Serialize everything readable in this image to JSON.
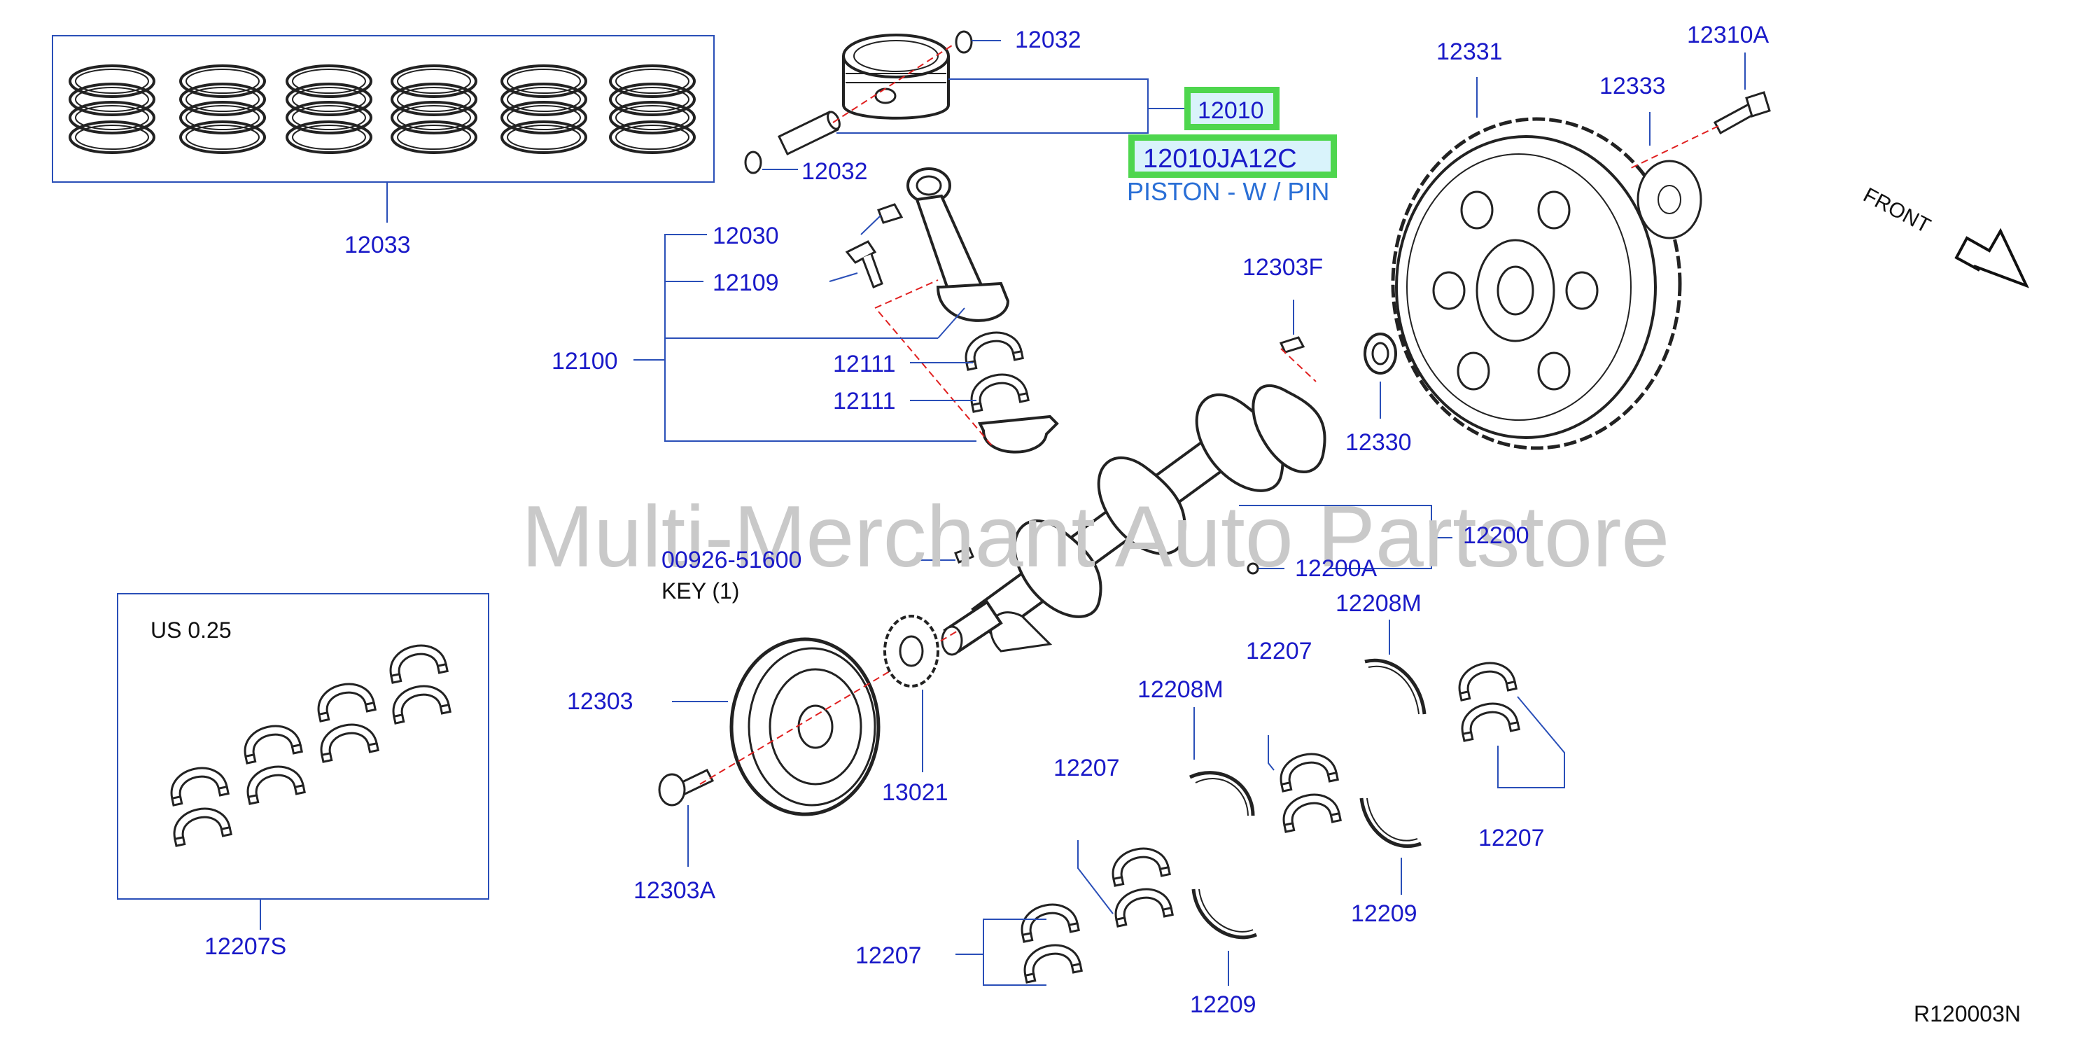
{
  "diagram": {
    "callouts": {
      "c12033": "12033",
      "c12032a": "12032",
      "c12032b": "12032",
      "c12010": "12010",
      "c12010sel": "12010JA12C",
      "c12010desc": "PISTON - W / PIN",
      "c12030": "12030",
      "c12109": "12109",
      "c12100": "12100",
      "c12111a": "12111",
      "c12111b": "12111",
      "c12303F": "12303F",
      "c12330": "12330",
      "c12331": "12331",
      "c12333": "12333",
      "c12310A": "12310A",
      "c12200": "12200",
      "c12200A": "12200A",
      "c00926": "00926-51600",
      "c12303": "12303",
      "c13021": "13021",
      "c12303A": "12303A",
      "c12207S": "12207S",
      "c12208Ma": "12208M",
      "c12208Mb": "12208M",
      "c12207a": "12207",
      "c12207b": "12207",
      "c12207c": "12207",
      "c12207d": "12207",
      "c12209a": "12209",
      "c12209b": "12209"
    },
    "key_note": "KEY    (1)",
    "us_note": "US   0.25",
    "front_label": "FRONT",
    "watermark": "Multi-Merchant Auto Partstore",
    "reference_code": "R120003N"
  },
  "colors": {
    "callout_text": "#1a1ac8",
    "leader_line": "#2a4fb8",
    "selected_border": "#4ed64e",
    "selected_fill": "#d9f3fb",
    "description_text": "#2a6fd6",
    "center_line": "#e02020",
    "watermark": "#c9c9c9"
  }
}
